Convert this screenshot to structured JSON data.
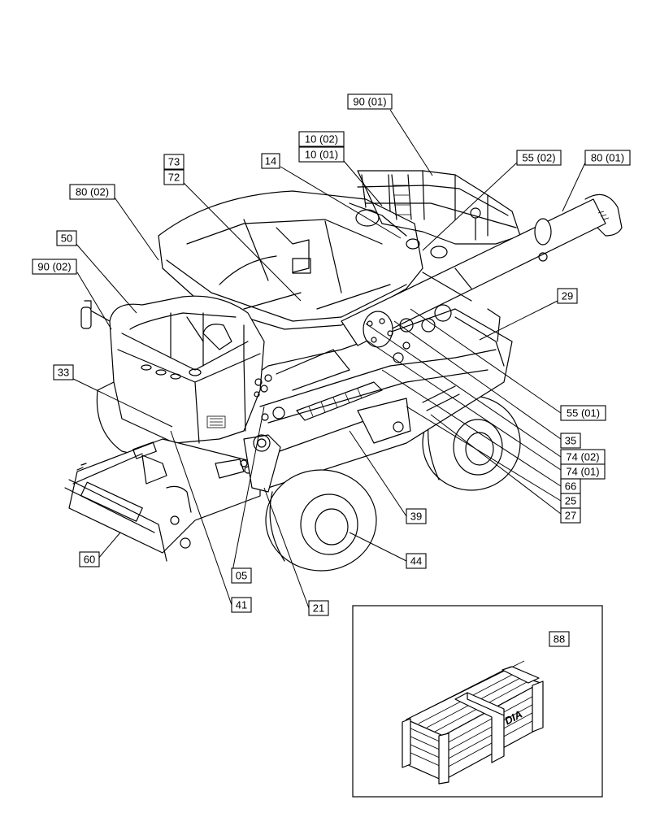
{
  "callouts": [
    {
      "id": "c90_01",
      "text": "90 (01)"
    },
    {
      "id": "c10_02",
      "text": "10 (02)"
    },
    {
      "id": "c10_01",
      "text": "10 (01)"
    },
    {
      "id": "c14",
      "text": "14"
    },
    {
      "id": "c73",
      "text": "73"
    },
    {
      "id": "c72",
      "text": "72"
    },
    {
      "id": "c55_02",
      "text": "55 (02)"
    },
    {
      "id": "c80_01",
      "text": "80 (01)"
    },
    {
      "id": "c80_02",
      "text": "80 (02)"
    },
    {
      "id": "c50",
      "text": "50"
    },
    {
      "id": "c90_02",
      "text": "90 (02)"
    },
    {
      "id": "c29",
      "text": "29"
    },
    {
      "id": "c33",
      "text": "33"
    },
    {
      "id": "c55_01",
      "text": "55 (01)"
    },
    {
      "id": "c35",
      "text": "35"
    },
    {
      "id": "c74_02",
      "text": "74 (02)"
    },
    {
      "id": "c74_01",
      "text": "74 (01)"
    },
    {
      "id": "c66",
      "text": "66"
    },
    {
      "id": "c25",
      "text": "25"
    },
    {
      "id": "c27",
      "text": "27"
    },
    {
      "id": "c39",
      "text": "39"
    },
    {
      "id": "c44",
      "text": "44"
    },
    {
      "id": "c60",
      "text": "60"
    },
    {
      "id": "c05",
      "text": "05"
    },
    {
      "id": "c41",
      "text": "41"
    },
    {
      "id": "c21",
      "text": "21"
    },
    {
      "id": "c88",
      "text": "88"
    }
  ],
  "crate_logo": "DIA"
}
